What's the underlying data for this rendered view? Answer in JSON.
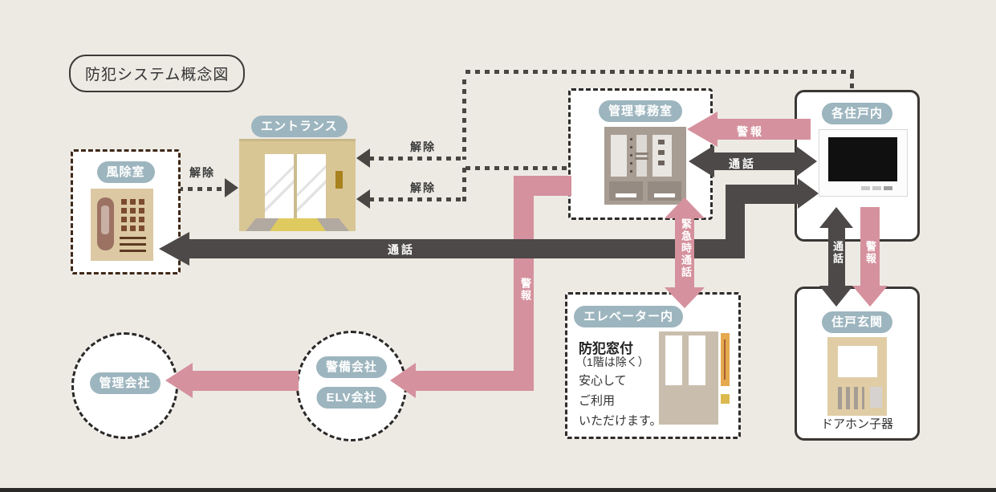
{
  "title": "防犯システム概念図",
  "nodes": {
    "windbreak": {
      "label": "風除室"
    },
    "entrance": {
      "label": "エントランス"
    },
    "office": {
      "label": "管理事務室"
    },
    "unit": {
      "label": "各住戸内"
    },
    "elevator": {
      "label": "エレベーター内",
      "heading": "防犯窓付",
      "note": "（1階は除く）",
      "line1": "安心して",
      "line2": "ご利用",
      "line3": "いただけます。"
    },
    "door": {
      "label": "住戸玄関",
      "caption": "ドアホン子器"
    },
    "security": {
      "label": "警備会社"
    },
    "elv": {
      "label": "ELV会社"
    },
    "management": {
      "label": "管理会社"
    }
  },
  "arrows": {
    "unlock_windbreak": "解除",
    "unlock_top": "解除",
    "unlock_office": "解除",
    "alarm_unit_office": "警報",
    "call_office_unit": "通話",
    "emergency_call": "緊急時通話",
    "alarm_office_security": "警報",
    "call_long": "通話",
    "call_unit_door": "通話",
    "alarm_unit_door": "警報"
  },
  "colors": {
    "background": "#edeae4",
    "pink_arrow": "#d5919d",
    "dark_arrow": "#4c4948",
    "label_pill": "#9db5be",
    "tan_device": "#dcc9a3"
  }
}
